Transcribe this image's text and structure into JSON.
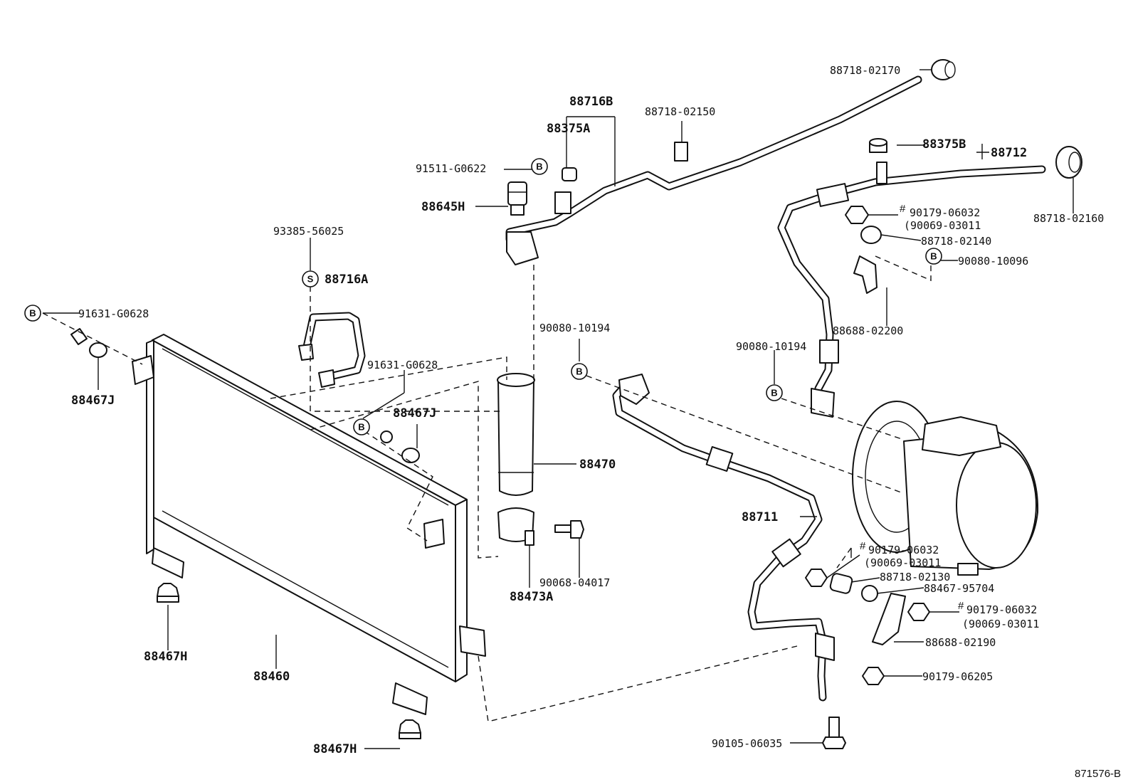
{
  "figure_id": "871576-B",
  "labels": {
    "l_88718_02170": "88718-02170",
    "l_88716B": "88716B",
    "l_88718_02150": "88718-02150",
    "l_88375A": "88375A",
    "l_91511_G0622": "91511-G0622",
    "l_88645H": "88645H",
    "l_88375B": "88375B",
    "l_88712": "88712",
    "l_88718_02160": "88718-02160",
    "l_90179_06032_a": "90179-06032",
    "l_90069_03011_a": "(90069-03011",
    "l_88718_02140": "88718-02140",
    "l_90080_10096": "90080-10096",
    "l_88688_02200": "88688-02200",
    "l_93385_56025": "93385-56025",
    "l_88716A": "88716A",
    "l_91631_G0628_a": "91631-G0628",
    "l_88467J_a": "88467J",
    "l_91631_G0628_b": "91631-G0628",
    "l_88467J_b": "88467J",
    "l_90080_10194_a": "90080-10194",
    "l_90080_10194_b": "90080-10194",
    "l_88470": "88470",
    "l_88711": "88711",
    "l_90179_06032_b": "90179-06032",
    "l_90069_03011_b": "(90069-03011",
    "l_88718_02130": "88718-02130",
    "l_88467_95704": "88467-95704",
    "l_90179_06032_c": "90179-06032",
    "l_90069_03011_c": "(90069-03011",
    "l_88688_02190": "88688-02190",
    "l_90179_06205": "90179-06205",
    "l_90068_04017": "90068-04017",
    "l_88473A": "88473A",
    "l_88467H_a": "88467H",
    "l_88460": "88460",
    "l_88467H_b": "88467H",
    "l_90105_06035": "90105-06035"
  },
  "marks": {
    "hash": "#",
    "badge_b": "B",
    "badge_s": "S"
  }
}
